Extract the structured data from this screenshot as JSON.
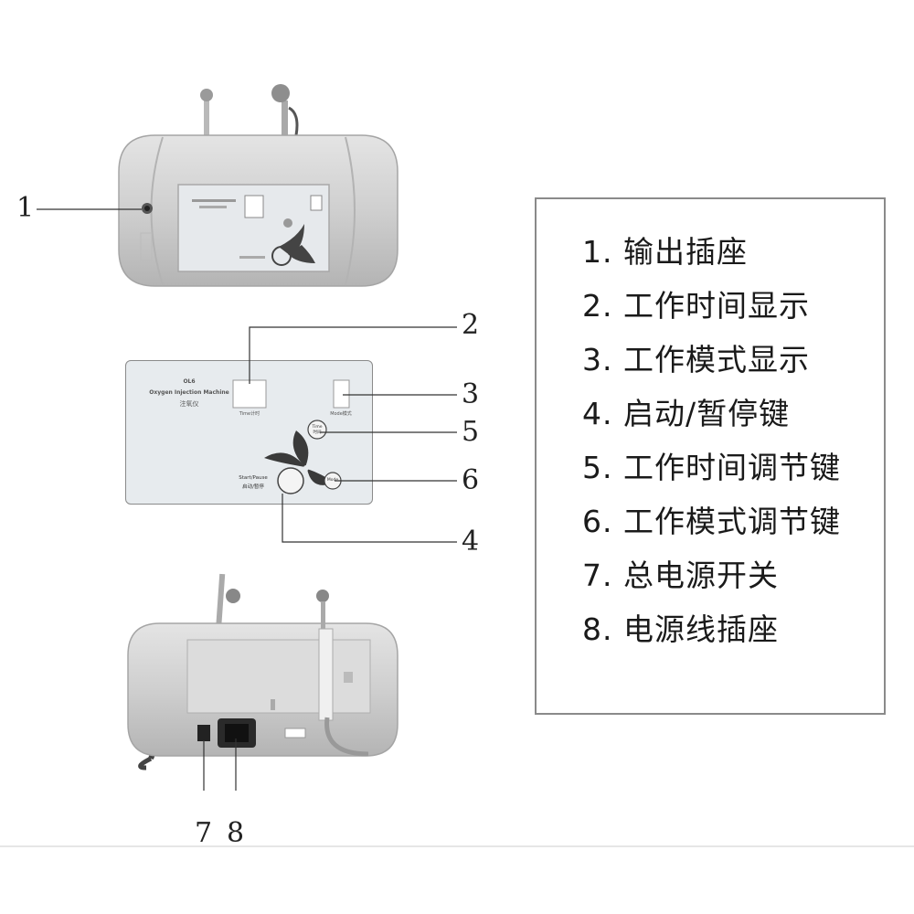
{
  "callouts": {
    "c1": "1",
    "c2": "2",
    "c3": "3",
    "c4": "4",
    "c5": "5",
    "c6": "6",
    "c7": "7",
    "c8": "8"
  },
  "legend": {
    "items": [
      "1. 输出插座",
      "2. 工作时间显示",
      "3. 工作模式显示",
      "4. 启动/暂停键",
      "5. 工作时间调节键",
      "6. 工作模式调节键",
      "7. 总电源开关",
      "8. 电源线插座"
    ]
  },
  "panel": {
    "model": "OL6",
    "name_en": "Oxygen Injection Machine",
    "name_cn": "注氧仪",
    "timer_label": "Time计时",
    "mode_label": "Mode模式",
    "time_btn_label": "Time",
    "time_btn_cn": "时间",
    "mode_btn_label": "Mode",
    "start_label": "Start/Pause",
    "start_cn": "启动/暂停"
  }
}
